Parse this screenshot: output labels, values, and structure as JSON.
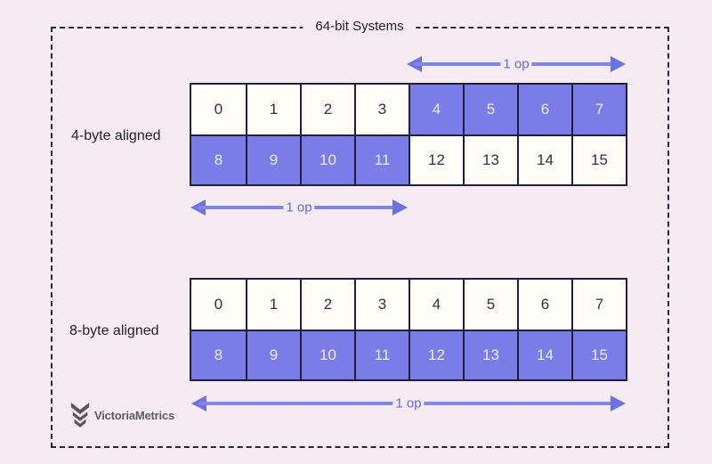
{
  "title": "64-bit Systems",
  "colors": {
    "bg": "#f6ebf0",
    "frame": "#262640",
    "line": "#20203a",
    "cell-white": "#fffdf6",
    "cell-purple": "#7a7de8",
    "cell-text-dark": "#2e2e44",
    "cell-text-light": "#edebfb",
    "accent": "#8187ea",
    "accent-head": "#6d72e2",
    "accent-text": "#666bd8",
    "logo-gray": "#5c5c5e"
  },
  "sections": {
    "four": {
      "label": "4-byte aligned",
      "rows": [
        {
          "cells": [
            {
              "v": "0",
              "hl": false
            },
            {
              "v": "1",
              "hl": false
            },
            {
              "v": "2",
              "hl": false
            },
            {
              "v": "3",
              "hl": false
            },
            {
              "v": "4",
              "hl": true
            },
            {
              "v": "5",
              "hl": true
            },
            {
              "v": "6",
              "hl": true
            },
            {
              "v": "7",
              "hl": true
            }
          ]
        },
        {
          "cells": [
            {
              "v": "8",
              "hl": true
            },
            {
              "v": "9",
              "hl": true
            },
            {
              "v": "10",
              "hl": true
            },
            {
              "v": "11",
              "hl": true
            },
            {
              "v": "12",
              "hl": false
            },
            {
              "v": "13",
              "hl": false
            },
            {
              "v": "14",
              "hl": false
            },
            {
              "v": "15",
              "hl": false
            }
          ]
        }
      ],
      "arrow_top": {
        "label": "1 op"
      },
      "arrow_bottom": {
        "label": "1 op"
      }
    },
    "eight": {
      "label": "8-byte aligned",
      "rows": [
        {
          "cells": [
            {
              "v": "0",
              "hl": false
            },
            {
              "v": "1",
              "hl": false
            },
            {
              "v": "2",
              "hl": false
            },
            {
              "v": "3",
              "hl": false
            },
            {
              "v": "4",
              "hl": false
            },
            {
              "v": "5",
              "hl": false
            },
            {
              "v": "6",
              "hl": false
            },
            {
              "v": "7",
              "hl": false
            }
          ]
        },
        {
          "cells": [
            {
              "v": "8",
              "hl": true
            },
            {
              "v": "9",
              "hl": true
            },
            {
              "v": "10",
              "hl": true
            },
            {
              "v": "11",
              "hl": true
            },
            {
              "v": "12",
              "hl": true
            },
            {
              "v": "13",
              "hl": true
            },
            {
              "v": "14",
              "hl": true
            },
            {
              "v": "15",
              "hl": true
            }
          ]
        }
      ],
      "arrow_bottom": {
        "label": "1 op"
      }
    }
  },
  "logo": {
    "text": "VictoriaMetrics"
  }
}
